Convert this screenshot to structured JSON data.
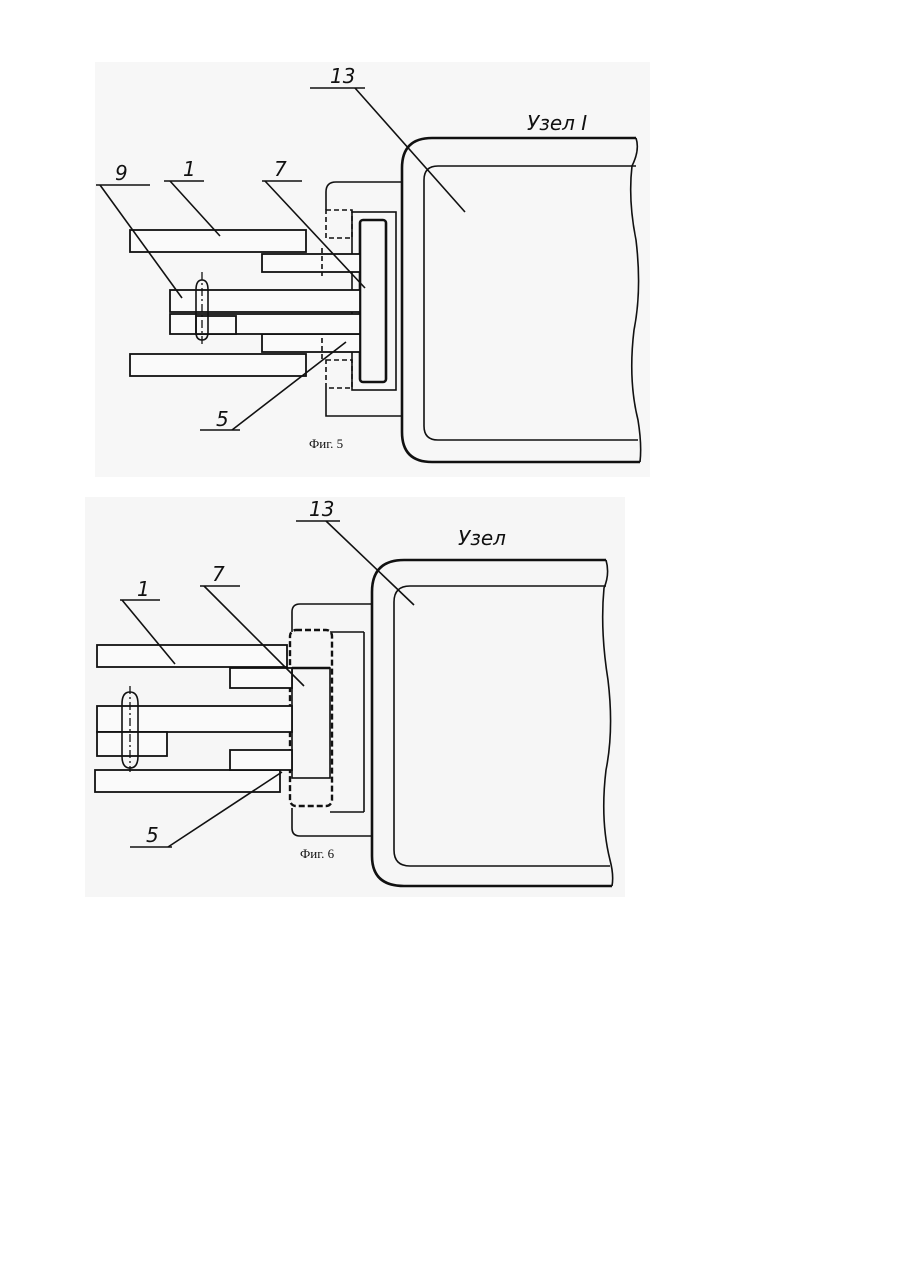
{
  "figures": [
    {
      "caption": "Фиг. 5",
      "title": "Узел I",
      "labels": {
        "l13": "13",
        "l9": "9",
        "l1": "1",
        "l7": "7",
        "l5": "5"
      }
    },
    {
      "caption": "Фиг. 6",
      "title": "Узел",
      "labels": {
        "l13": "13",
        "l1": "1",
        "l7": "7",
        "l5": "5"
      }
    }
  ],
  "colors": {
    "ink": "#111111",
    "paper": "#ffffff",
    "panel": "#f7f7f7"
  }
}
